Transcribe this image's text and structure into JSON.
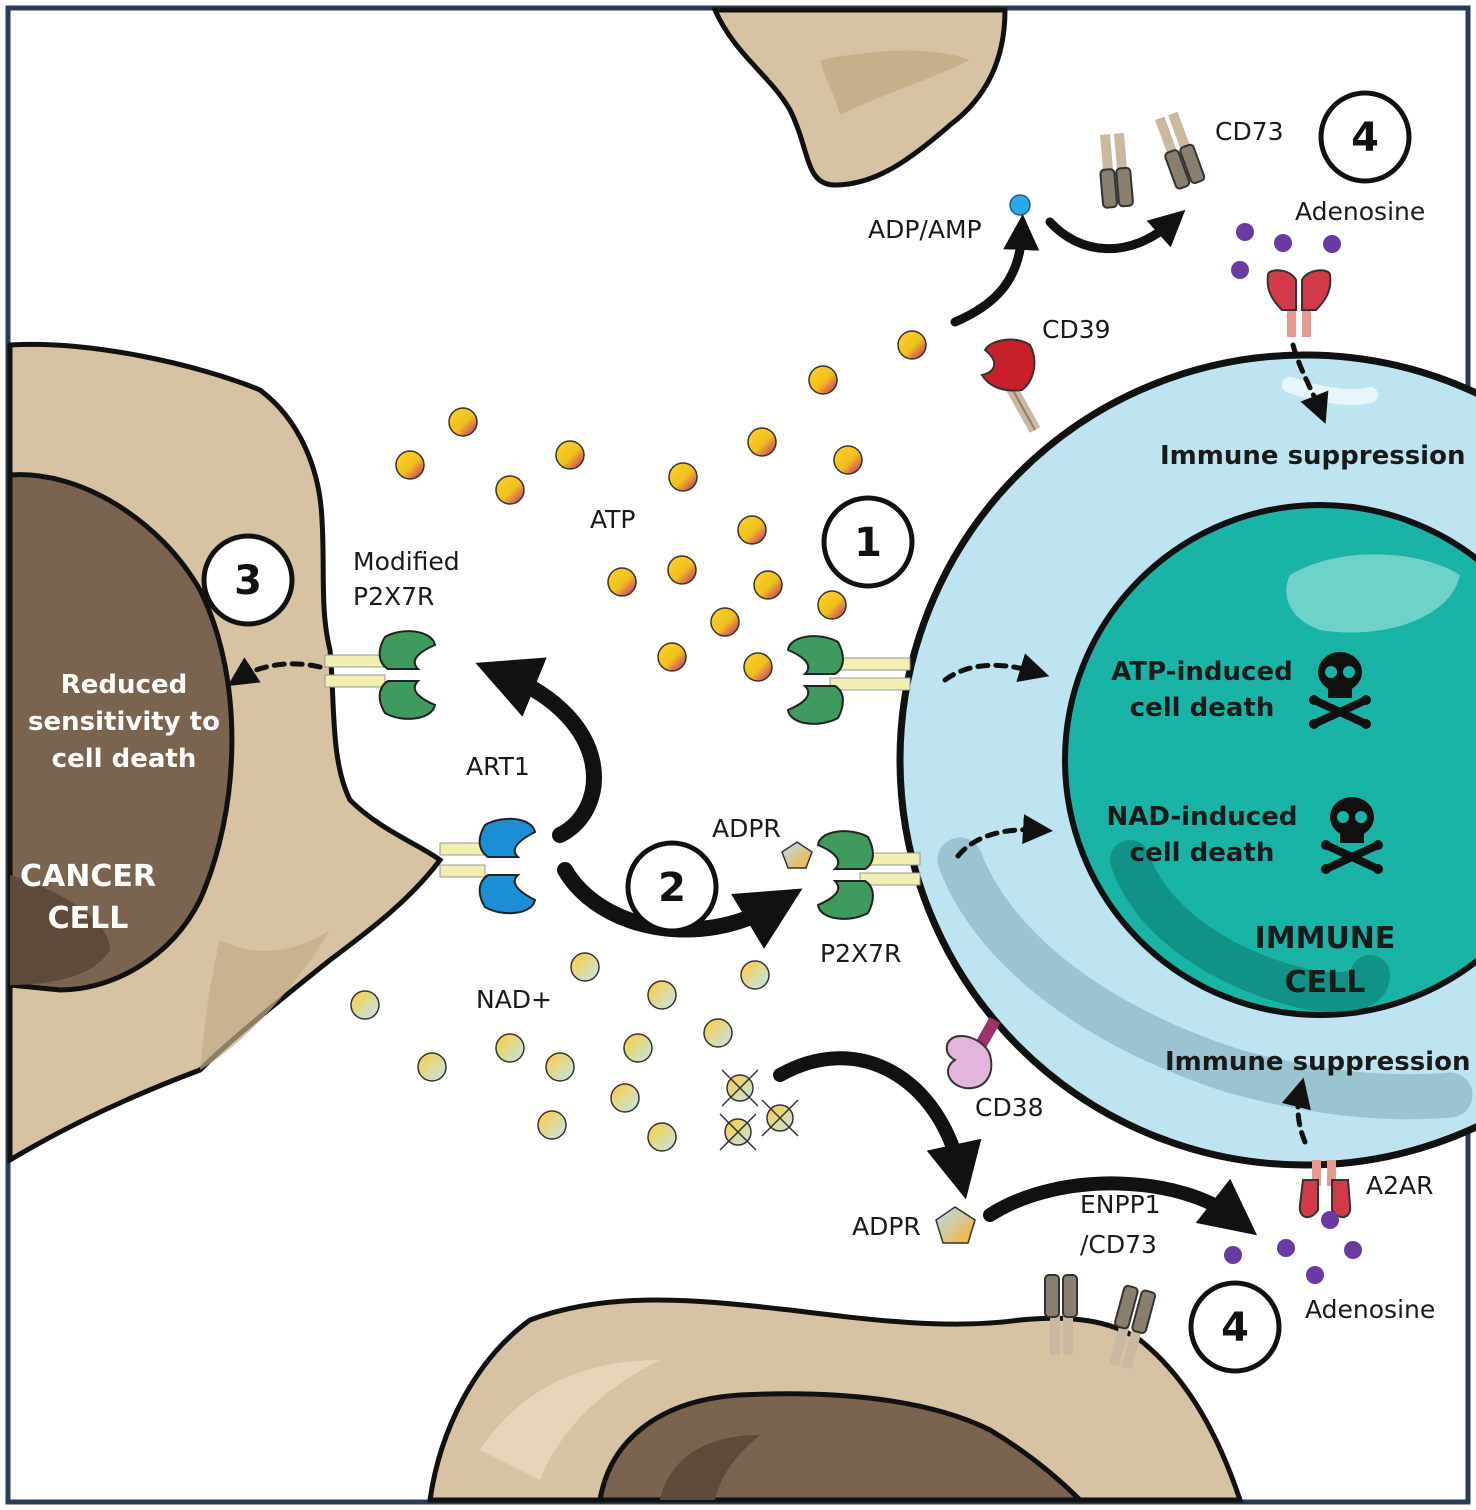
{
  "labels": {
    "cd73_top": "CD73",
    "adenosine_top": "Adenosine",
    "adp_amp": "ADP/AMP",
    "cd39": "CD39",
    "immune_suppression_top": "Immune suppression",
    "atp": "ATP",
    "modified_line1": "Modified",
    "modified_line2": "P2X7R",
    "reduced_line1": "Reduced",
    "reduced_line2": "sensitivity to",
    "reduced_line3": "cell death",
    "atp_death_line1": "ATP-induced",
    "atp_death_line2": "cell death",
    "nad_death_line1": "NAD-induced",
    "nad_death_line2": "cell death",
    "art1": "ART1",
    "adpr_upper": "ADPR",
    "p2x7r": "P2X7R",
    "cancer_line1": "CANCER",
    "cancer_line2": "CELL",
    "immune_line1": "IMMUNE",
    "immune_line2": "CELL",
    "nad_plus": "NAD+",
    "immune_suppression_bottom": "Immune suppression",
    "cd38": "CD38",
    "a2ar": "A2AR",
    "adpr_lower": "ADPR",
    "enpp1_line1": "ENPP1",
    "enpp1_line2": "/CD73",
    "adenosine_bottom": "Adenosine"
  },
  "steps": {
    "one": "1",
    "two": "2",
    "three": "3",
    "four_top": "4",
    "four_bottom": "4"
  },
  "icons": [
    "skull-crossbones-icon",
    "receptor-icon",
    "molecule-icon"
  ],
  "colors": {
    "border": "#2b3a55",
    "stroma": "#d7c3a3",
    "stroma_shadow": "#c2ab86",
    "cancer_nucleus": "#7a6450",
    "immune_membrane": "#bde4f0",
    "immune_nucleus": "#19b4a6",
    "p2x7r": "#3f9a5e",
    "art1": "#1b8fd6",
    "cd39": "#c8202a",
    "cd38": "#e3b5dc",
    "adenosine": "#6a3aa3",
    "ectoenzyme": "#8a7f6e"
  }
}
